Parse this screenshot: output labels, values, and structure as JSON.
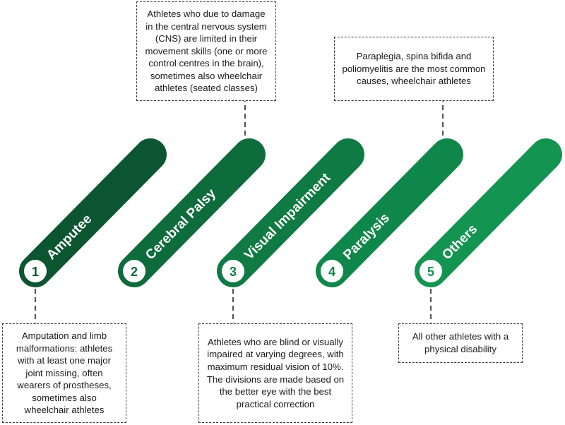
{
  "categories": [
    {
      "number": "1",
      "label": "Amputee",
      "color": "#0b5530",
      "note": "Amputation and limb malformations: athletes with at least one major joint missing, often wearers of prostheses, sometimes also wheelchair athletes",
      "note_position": "below"
    },
    {
      "number": "2",
      "label": "Cerebral Palsy",
      "color": "#0e6b3b",
      "note": "Athletes who due to damage in the central nervous system (CNS) are limited in their movement skills (one or more control centres in the brain), sometimes also wheelchair athletes (seated classes)",
      "note_position": "above"
    },
    {
      "number": "3",
      "label": "Visual Impairment",
      "color": "#0f7a43",
      "note": "Athletes who are blind or visually impaired at varying degrees, with maximum residual vision of 10%. The divisions are made based on the better eye with the best practical correction",
      "note_position": "below"
    },
    {
      "number": "4",
      "label": "Paralysis",
      "color": "#10874a",
      "note": "Paraplegia, spina bifida and poliomyelitis are the most common causes, wheelchair athletes",
      "note_position": "above"
    },
    {
      "number": "5",
      "label": "Others",
      "color": "#139451",
      "note": "All other athletes with a physical disability",
      "note_position": "below"
    }
  ]
}
